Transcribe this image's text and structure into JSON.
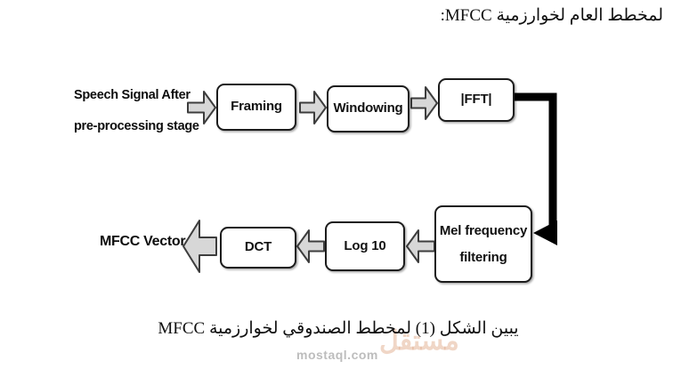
{
  "heading": {
    "text": "لمخطط العام لخوارزمية MFCC:"
  },
  "diagram": {
    "source_label": {
      "line1": "Speech Signal After",
      "line2": "pre-processing stage"
    },
    "output_label": "MFCC Vector",
    "boxes": [
      {
        "id": "framing",
        "label": "Framing"
      },
      {
        "id": "windowing",
        "label": "Windowing"
      },
      {
        "id": "fft",
        "label": "|FFT|"
      },
      {
        "id": "mel",
        "label_line1": "Mel frequency",
        "label_line2": "filtering"
      },
      {
        "id": "log10",
        "label": "Log 10"
      },
      {
        "id": "dct",
        "label": "DCT"
      }
    ],
    "colors": {
      "box_fill": "#ffffff",
      "box_border": "#1c1c1c",
      "arrow_fill": "#d7d7d7",
      "arrow_outline": "#3d3d3d",
      "connector": "#000000"
    }
  },
  "caption": {
    "text": "يبين الشكل (1) لمخطط الصندوقي لخوارزمية MFCC"
  },
  "watermark": {
    "logo_text": "مستقل",
    "site_text": "mostaql.com",
    "site_color": "#bdbdbd"
  }
}
